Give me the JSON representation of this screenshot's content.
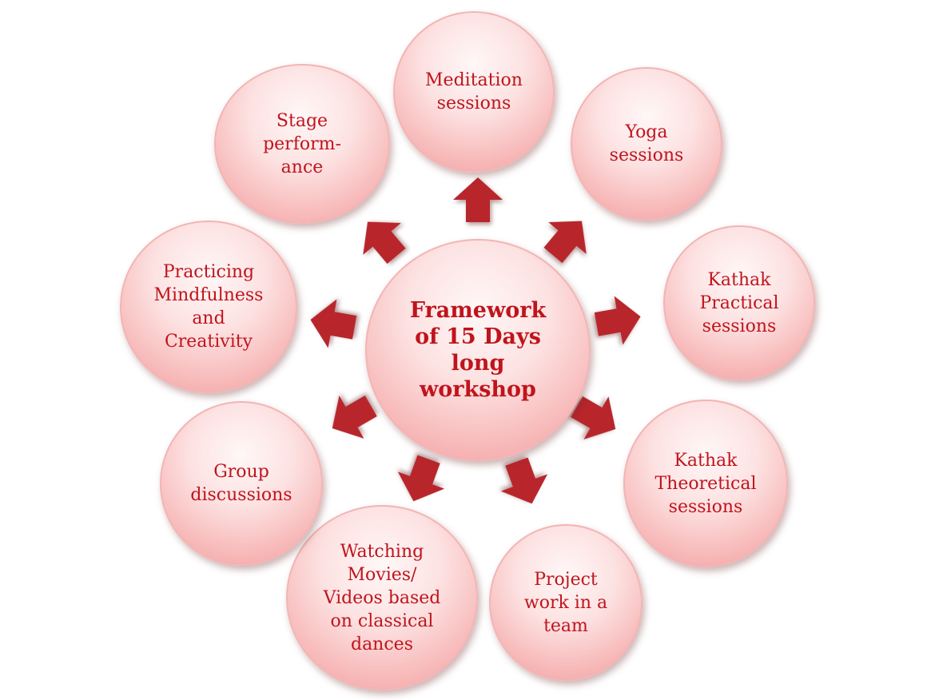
{
  "diagram": {
    "center": "Framework\nof 15 Days\nlong\nworkshop",
    "nodes": [
      "Meditation\nsessions",
      "Yoga\nsessions",
      "Kathak\nPractical\nsessions",
      "Kathak\nTheoretical\nsessions",
      "Project\nwork in a\nteam",
      "Watching\nMovies/\nVideos based\non classical\ndances",
      "Group\ndiscussions",
      "Practicing\nMindfulness\nand\nCreativity",
      "Stage\nperform-\nance"
    ],
    "colors": {
      "text": "#c0141c",
      "arrow": "#b8262c",
      "circle_edge": "#f4b4b4",
      "circle_fill": "#fde2e2"
    }
  }
}
